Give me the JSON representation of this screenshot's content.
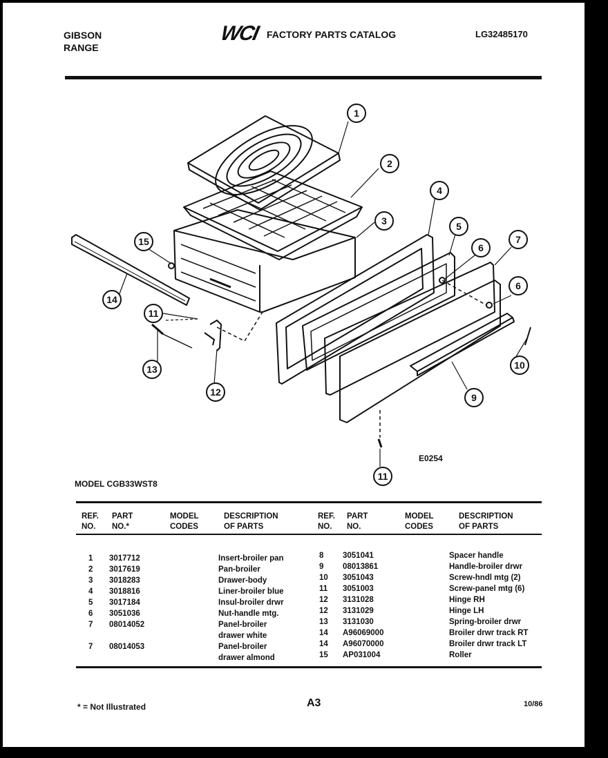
{
  "header": {
    "brand_line1": "GIBSON",
    "brand_line2": "RANGE",
    "logo": "WCI",
    "title": "FACTORY PARTS CATALOG",
    "catalog_no": "LG32485170"
  },
  "diagram": {
    "callouts": [
      "1",
      "2",
      "3",
      "4",
      "5",
      "6",
      "7",
      "6",
      "9",
      "10",
      "11",
      "11",
      "12",
      "13",
      "14",
      "15"
    ],
    "code": "E0254"
  },
  "model": "MODEL CGB33WST8",
  "table": {
    "headers": {
      "ref1": "REF.",
      "ref2": "NO.",
      "part1": "PART",
      "part2": "NO.*",
      "model1": "MODEL",
      "model2": "CODES",
      "desc1": "DESCRIPTION",
      "desc2": "OF PARTS"
    },
    "left": [
      {
        "ref": "1",
        "part": "3017712",
        "model": "",
        "desc": "Insert-broiler pan"
      },
      {
        "ref": "2",
        "part": "3017619",
        "model": "",
        "desc": "Pan-broiler"
      },
      {
        "ref": "3",
        "part": "3018283",
        "model": "",
        "desc": "Drawer-body"
      },
      {
        "ref": "4",
        "part": "3018816",
        "model": "",
        "desc": "Liner-broiler blue"
      },
      {
        "ref": "5",
        "part": "3017184",
        "model": "",
        "desc": "Insul-broiler drwr"
      },
      {
        "ref": "6",
        "part": "3051036",
        "model": "",
        "desc": "Nut-handle mtg."
      },
      {
        "ref": "7",
        "part": "08014052",
        "model": "",
        "desc": "Panel-broiler",
        "desc2": "drawer white"
      },
      {
        "ref": "7",
        "part": "08014053",
        "model": "",
        "desc": "Panel-broiler",
        "desc2": "drawer almond"
      }
    ],
    "right": [
      {
        "ref": "8",
        "part": "3051041",
        "model": "",
        "desc": "Spacer handle"
      },
      {
        "ref": "9",
        "part": "08013861",
        "model": "",
        "desc": "Handle-broiler drwr"
      },
      {
        "ref": "10",
        "part": "3051043",
        "model": "",
        "desc": "Screw-hndl mtg (2)"
      },
      {
        "ref": "11",
        "part": "3051003",
        "model": "",
        "desc": "Screw-panel mtg (6)"
      },
      {
        "ref": "12",
        "part": "3131028",
        "model": "",
        "desc": "Hinge RH"
      },
      {
        "ref": "12",
        "part": "3131029",
        "model": "",
        "desc": "Hinge LH"
      },
      {
        "ref": "13",
        "part": "3131030",
        "model": "",
        "desc": "Spring-broiler drwr"
      },
      {
        "ref": "14",
        "part": "A96069000",
        "model": "",
        "desc": "Broiler drwr track RT"
      },
      {
        "ref": "14",
        "part": "A96070000",
        "model": "",
        "desc": "Broiler drwr track LT"
      },
      {
        "ref": "15",
        "part": "AP031004",
        "model": "",
        "desc": "Roller"
      }
    ]
  },
  "footer": {
    "note": "* = Not Illustrated",
    "page": "A3",
    "date": "10/86"
  }
}
